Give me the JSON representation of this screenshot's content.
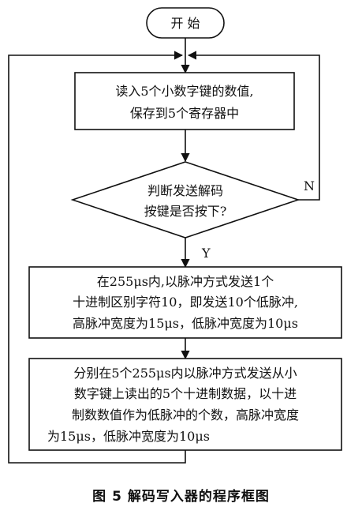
{
  "diagram": {
    "start": "开 始",
    "step1": [
      "读入5个小数字键的数值,",
      "保存到5个寄存器中"
    ],
    "decision": [
      "判断发送解码",
      "按键是否按下?"
    ],
    "yes_label": "Y",
    "no_label": "N",
    "step2": [
      "在255μs内,以脉冲方式发送1个",
      "十进制区别字符10，即发送10个低脉冲,",
      "高脉冲宽度为15μs，低脉冲宽度为10μs"
    ],
    "step3": [
      "分别在5个255μs内以脉冲方式发送从小",
      "数字键上读出的5个十进制数据，以十进",
      "制数数值作为低脉冲的个数，高脉冲宽度",
      "为15μs，低脉冲宽度为10μs"
    ]
  },
  "caption": "图 5   解码写入器的程序框图"
}
